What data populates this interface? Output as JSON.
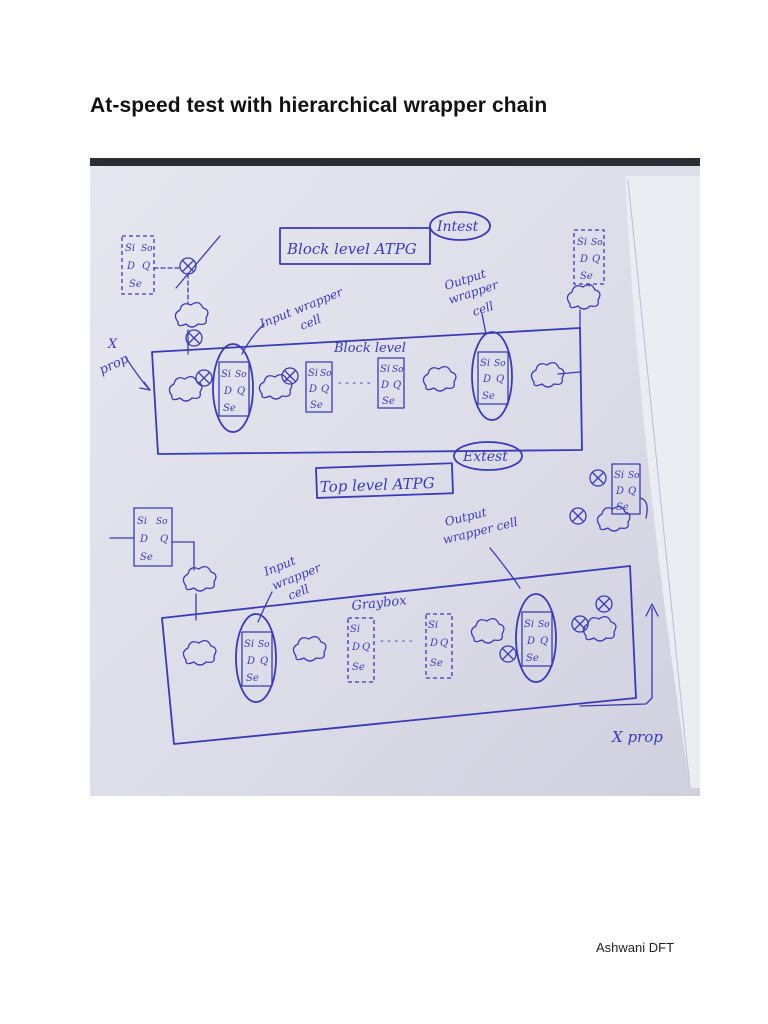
{
  "page": {
    "title": "At-speed test with hierarchical wrapper chain",
    "author": "Ashwani DFT"
  },
  "sketch": {
    "top_label": "Block level ATPG",
    "top_mode": "Intest",
    "block_label": "Block level",
    "bottom_label": "Top level ATPG",
    "bottom_mode": "Extest",
    "graybox_label": "Graybox",
    "input_wrapper_top": [
      "Input wrapper",
      "cell"
    ],
    "output_wrapper_top": [
      "Output",
      "wrapper",
      "cell"
    ],
    "input_wrapper_bottom": [
      "Input",
      "wrapper",
      "cell"
    ],
    "output_wrapper_bottom": [
      "Output",
      "wrapper cell"
    ],
    "xprop_left": [
      "X",
      "prop"
    ],
    "xprop_right": "X prop",
    "flop_si": "Si",
    "flop_so": "So",
    "flop_d": "D",
    "flop_q": "Q",
    "flop_se": "Se",
    "x_mark": "×",
    "dashes": "- - - - -"
  }
}
